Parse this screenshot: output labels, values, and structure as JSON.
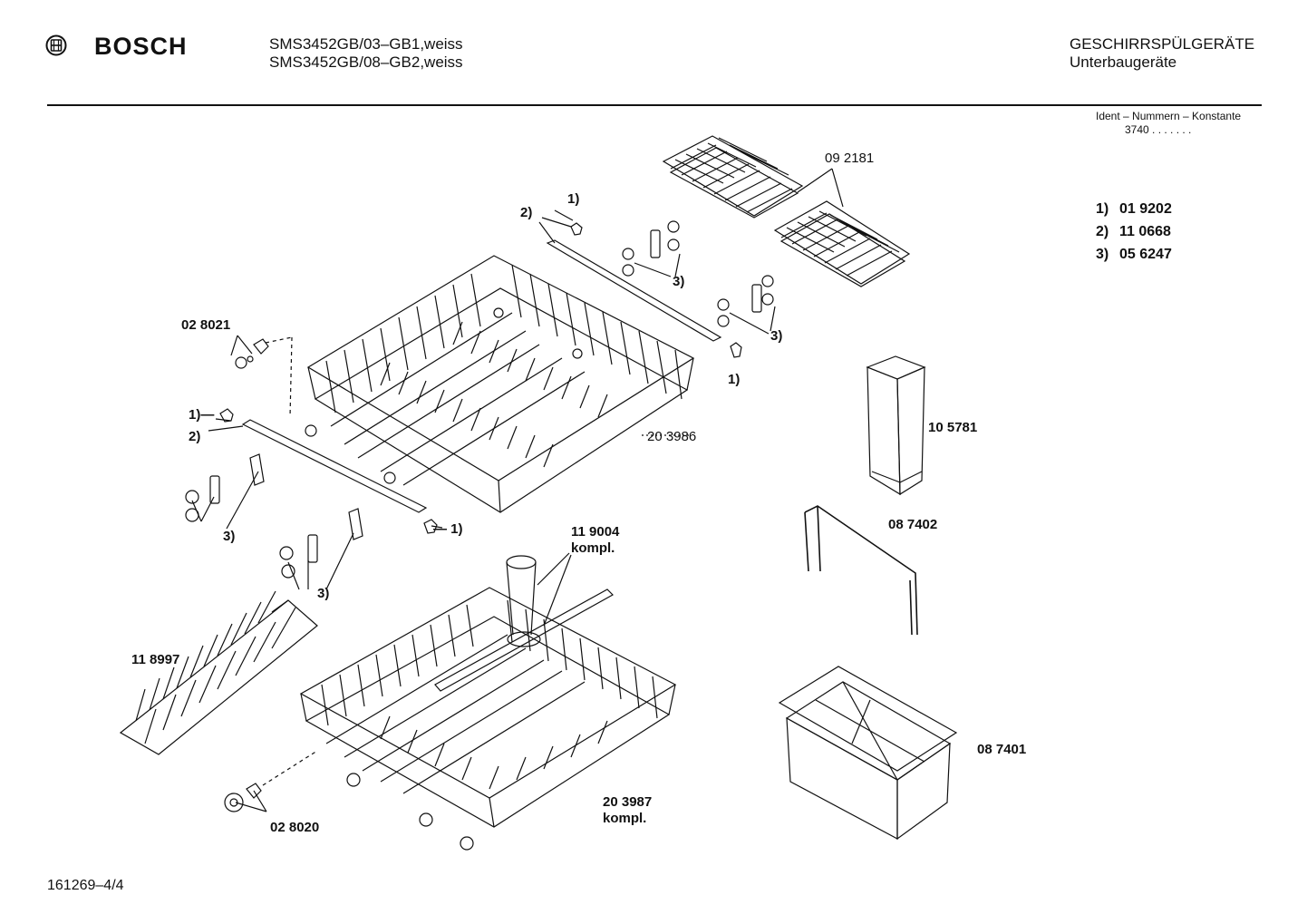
{
  "header": {
    "brand": "BOSCH",
    "model_line_1": "SMS3452GB/03–GB1,weiss",
    "model_line_2": "SMS3452GB/08–GB2,weiss",
    "category_line_1": "GESCHIRRSPÜLGERÄTE",
    "category_line_2": "Unterbaugeräte"
  },
  "ident": {
    "label": "Ident – Nummern – Konstante",
    "value": "3740 .  .  .  .  .  .  ."
  },
  "key": [
    {
      "ref": "1)",
      "part": "01 9202"
    },
    {
      "ref": "2)",
      "part": "11 0668"
    },
    {
      "ref": "3)",
      "part": "05 6247"
    }
  ],
  "labels": {
    "p092181": "09 2181",
    "p028021": "02 8021",
    "p203986": "20 3986",
    "p105781": "10 5781",
    "p087402": "08 7402",
    "p119004_a": "11 9004",
    "p119004_b": "kompl.",
    "p118997": "11 8997",
    "p087401": "08 7401",
    "p203987_a": "20 3987",
    "p203987_b": "kompl.",
    "p028020": "02 8020",
    "r1_top": "1)",
    "r2_top": "2)",
    "r3_top_a": "3)",
    "r3_top_b": "3)",
    "r1_right": "1)",
    "r1_left": "1)—",
    "r2_left": "2)",
    "r3_left_a": "3)",
    "r3_left_b": "3)",
    "r1_bottom": "— 1)"
  },
  "footer": {
    "code": "161269–4/4"
  }
}
